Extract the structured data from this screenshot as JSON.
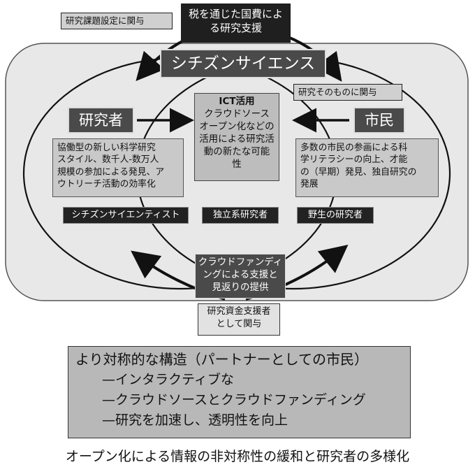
{
  "top_left_label": "研究課題設定に関与",
  "top_center_box": [
    "税を通じた国費によ",
    "る研究支援"
  ],
  "banner": "シチズンサイエンス",
  "right_label": "研究そのものに関与",
  "center_box": [
    "ICT活用",
    "クラウドソース",
    "オープン化などの",
    "活用による研究活",
    "動の新たな可能",
    "性"
  ],
  "actor_left": "研究者",
  "actor_right": "市民",
  "left_text": [
    "協働型の新しい科学研究",
    "スタイル、数千人-数万人",
    "規模の参加による発見、ア",
    "ウトリーチ活動の効率化"
  ],
  "right_text": [
    "多数の市民の参画による科",
    "学リテラシーの向上、才能",
    "の（早期）発見、独自研究の",
    "発展"
  ],
  "tags": [
    "シチズンサイエンティスト",
    "独立系研究者",
    "野生の研究者"
  ],
  "funding_box": [
    "クラウドファンディ",
    "ングによる支援と",
    "見返りの提供"
  ],
  "funder_box": [
    "研究資金支援者",
    "として関与"
  ],
  "summary": {
    "title": "より対称的な構造（パートナーとしての市民）",
    "items": [
      "—インタラクティブな",
      "—クラウドソースとクラウドファンディング",
      "—研究を加速し、透明性を向上"
    ]
  },
  "caption": "オープン化による情報の非対称性の緩和と研究者の多様化"
}
